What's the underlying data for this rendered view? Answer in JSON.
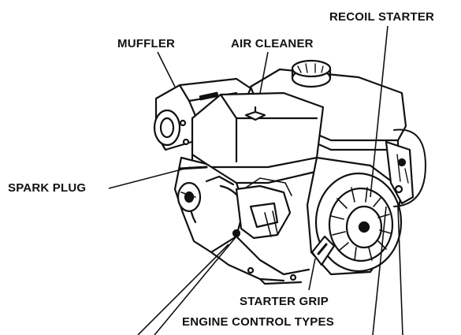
{
  "labels": {
    "recoil_starter": "RECOIL STARTER",
    "muffler": "MUFFLER",
    "air_cleaner": "AIR CLEANER",
    "spark_plug": "SPARK PLUG",
    "starter_grip": "STARTER GRIP",
    "engine_control_types": "ENGINE CONTROL TYPES"
  }
}
